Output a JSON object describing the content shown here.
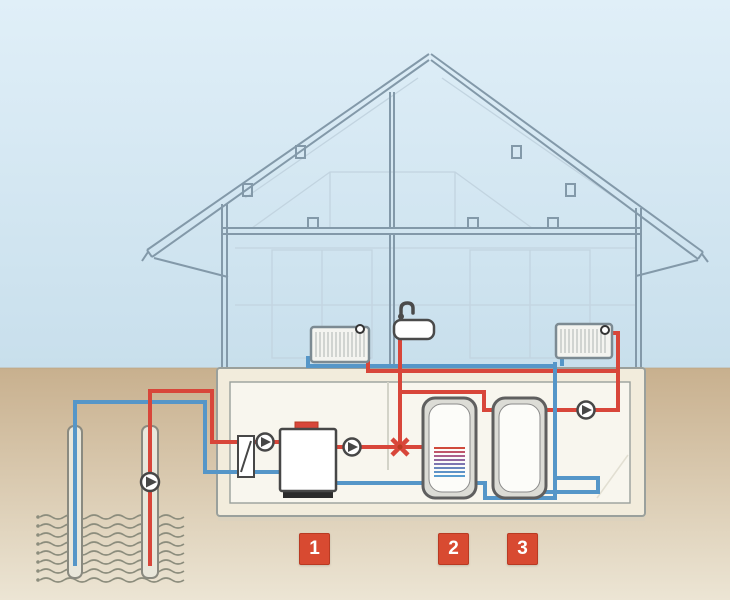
{
  "diagram": {
    "labels": [
      {
        "id": "1"
      },
      {
        "id": "2"
      },
      {
        "id": "3"
      }
    ],
    "colors": {
      "sky_top": "#e0eff8",
      "sky_bottom": "#c8dfec",
      "ground_top": "#c8b08e",
      "ground_bottom": "#ece5d4",
      "house_line": "#8399a9",
      "house_line_faint": "#c2d4e0",
      "pipe_hot": "#d8463a",
      "pipe_cold": "#5596c8",
      "equipment_line": "#474747",
      "tank_line": "#5f5f5f",
      "basement_fill": "#f2ecdc",
      "basement_inner_fill": "#f8f6ee",
      "basement_line": "#9aa09c",
      "well_tube_fill": "#e9e7db",
      "well_tube_line": "#8a8a80",
      "water_line": "#8c8d7d",
      "label_bg": "#d84a31",
      "label_border": "#b93a22",
      "label_text": "#ffffff"
    }
  }
}
